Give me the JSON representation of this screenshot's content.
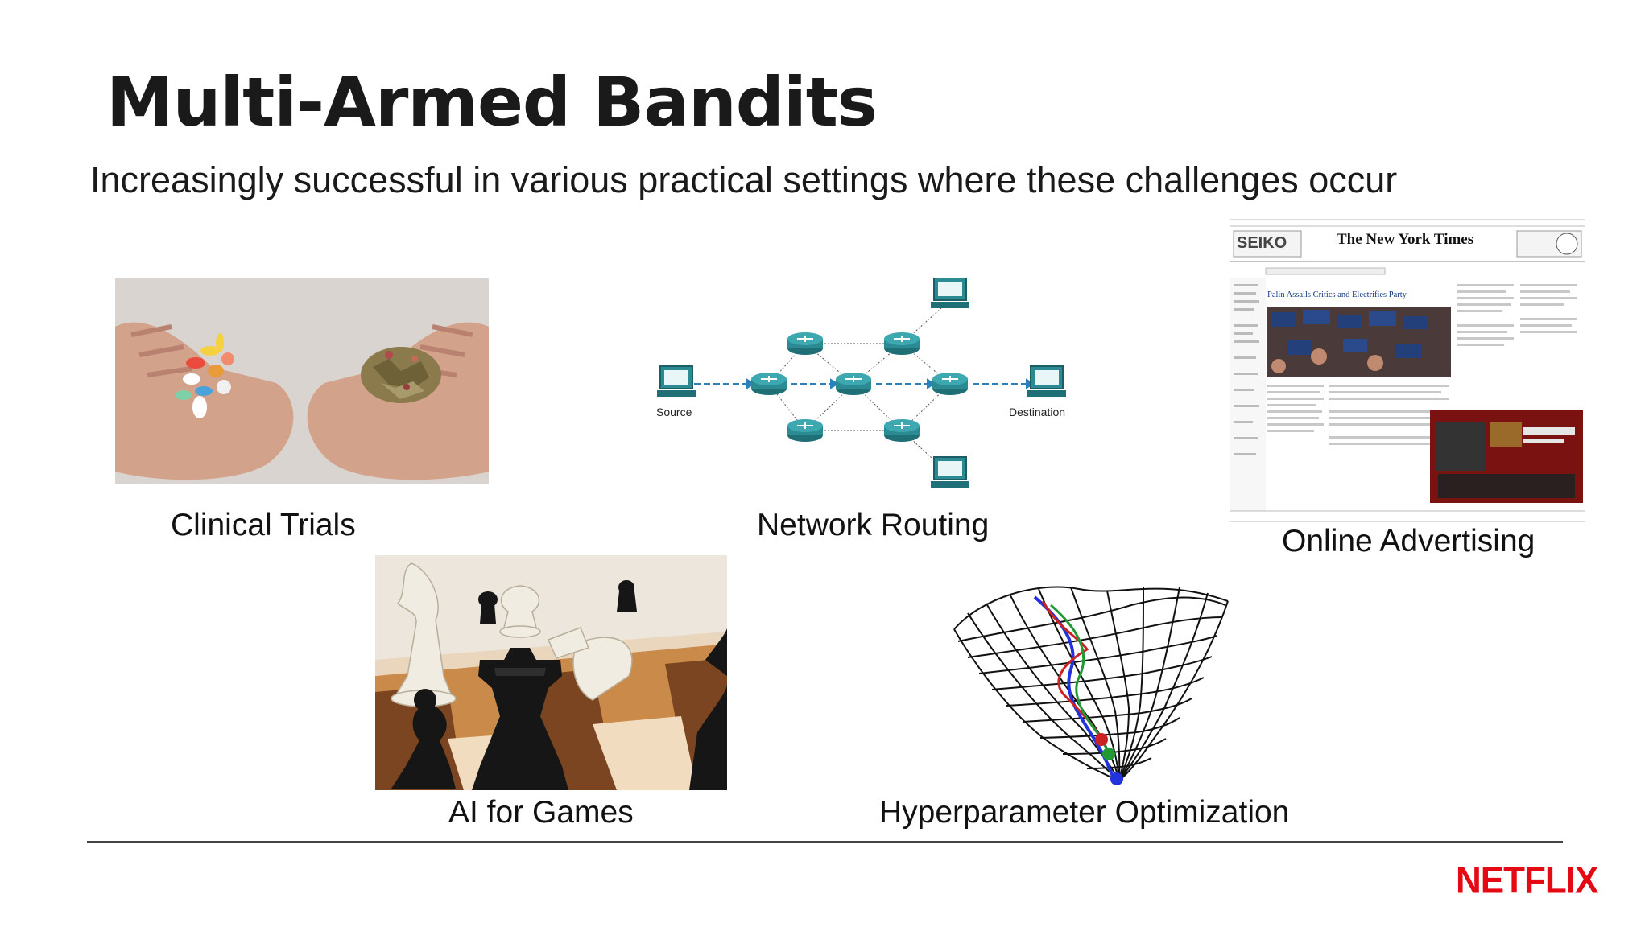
{
  "slide": {
    "title": "Multi-Armed Bandits",
    "subtitle": "Increasingly successful in various practical settings where these challenges occur"
  },
  "applications": [
    {
      "caption": "Clinical Trials",
      "image": "pills-and-herbs-in-hands-photo"
    },
    {
      "caption": "Network Routing",
      "image": "network-routing-diagram"
    },
    {
      "caption": "Online Advertising",
      "image": "newspaper-website-screenshot"
    },
    {
      "caption": "AI for Games",
      "image": "chess-pieces-photo"
    },
    {
      "caption": "Hyperparameter Optimization",
      "image": "optimization-surface-plot"
    }
  ],
  "network_diagram": {
    "source_label": "Source",
    "destination_label": "Destination"
  },
  "newspaper": {
    "seiko_logo": "SEIKO",
    "masthead": "The New York Times",
    "headline": "Palin Assails Critics and Electrifies Party"
  },
  "brand": {
    "logo": "NETFLIX",
    "logo_color": "#e50914"
  }
}
